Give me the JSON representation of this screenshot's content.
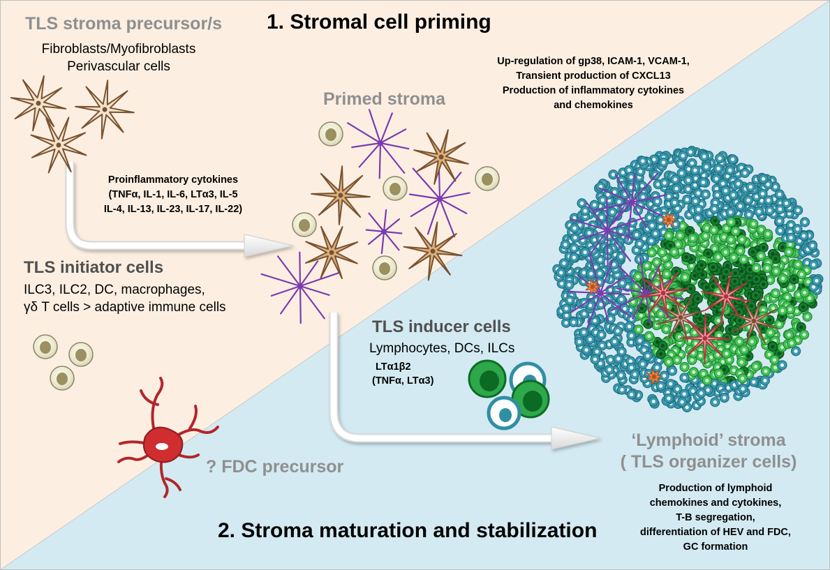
{
  "titles": {
    "priming": "1.    Stromal cell priming",
    "maturation": "2. Stroma maturation and stabilization"
  },
  "precursor": {
    "heading": "TLS stroma precursor/s",
    "line1": "Fibroblasts/Myofibroblasts",
    "line2": "Perivascular cells"
  },
  "primed": {
    "heading": "Primed stroma",
    "notes": [
      "Up-regulation of gp38, ICAM-1, VCAM-1,",
      "Transient production of  CXCL13",
      "Production of inflammatory cytokines",
      "and chemokines"
    ]
  },
  "cytokines": {
    "lines": [
      "Proinflammatory cytokines",
      "(TNFα, IL-1, IL-6, LTα3, IL-5",
      "IL-4, IL-13, IL-23, IL-17, IL-22)"
    ]
  },
  "initiator": {
    "heading": "TLS initiator cells",
    "line1": "ILC3, ILC2, DC, macrophages,",
    "line2": "γδ T cells > adaptive immune cells"
  },
  "inducer": {
    "heading": "TLS inducer cells",
    "line1": "Lymphocytes, DCs, ILCs",
    "line2": "LTα1β2",
    "line3": "(TNFα, LTα3)"
  },
  "fdc": {
    "label": "? FDC precursor"
  },
  "lymphoid": {
    "heading1": "‘Lymphoid’ stroma",
    "heading2": "( TLS organizer cells)",
    "notes": [
      "Production of lymphoid",
      "chemokines and cytokines,",
      "T-B segregation,",
      "differentiation of HEV and FDC,",
      "GC formation"
    ]
  },
  "colors": {
    "upper_bg": "#fcefe2",
    "lower_bg": "#d3eaf2",
    "fibroblast": "#7a5230",
    "primed_cell": "#7a3bb0",
    "fdc_cell": "#c9262c",
    "t_cell": "#2f8fa3",
    "b_cell": "#3ab54a",
    "gc_cell": "#0d7a2a",
    "lymphocyte_light": "#e9e6cd",
    "lymphocyte_nucleus": "#9a9060"
  },
  "icons": [
    "fibroblast-star-icon",
    "primed-stroma-icon",
    "lymphocyte-icon",
    "fdc-precursor-icon",
    "arrow-icon",
    "tls-aggregate-icon"
  ]
}
